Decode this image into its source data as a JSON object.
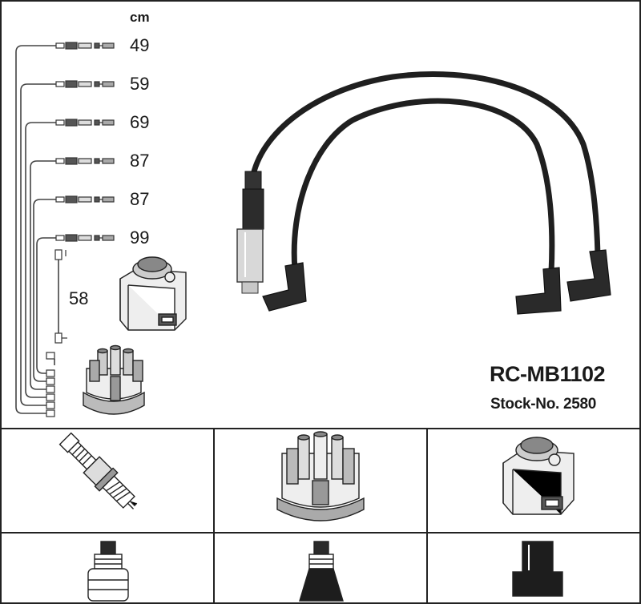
{
  "header": {
    "unit_label": "cm"
  },
  "lengths": [
    "49",
    "59",
    "69",
    "87",
    "87",
    "99"
  ],
  "coil_lead_length": "58",
  "product": {
    "part_number": "RC-MB1102",
    "stock_label": "Stock-No. 2580"
  },
  "grid": {
    "row1": [
      {
        "icon": "spark-plug-icon"
      },
      {
        "icon": "distributor-cap-icon"
      },
      {
        "icon": "ignition-coil-icon"
      }
    ],
    "row2": [
      {
        "icon": "plug-boot-icon"
      },
      {
        "icon": "distributor-boot-icon"
      },
      {
        "icon": "coil-connector-icon"
      }
    ]
  }
}
